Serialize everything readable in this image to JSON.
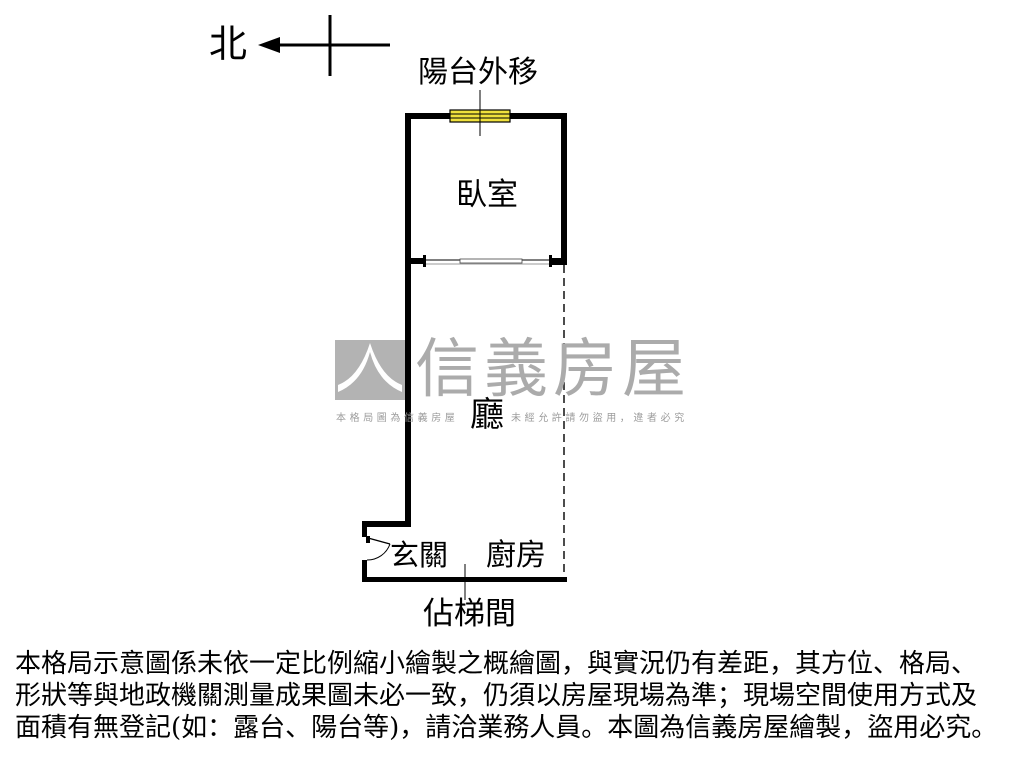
{
  "compass": {
    "north_label": "北"
  },
  "rooms": {
    "balcony_note": "陽台外移",
    "bedroom": "臥室",
    "living_room": "廳",
    "entrance": "玄關",
    "kitchen": "廚房",
    "stairwell": "佔梯間"
  },
  "watermark": {
    "brand": "信義房屋",
    "notice_part1": "本格局圖為信義房屋",
    "notice_part2": "未經允許請勿盜用，違者必究"
  },
  "disclaimer": {
    "lines": [
      "本格局示意圖係未依一定比例縮小繪製之概繪圖，與實況仍有差距，其方位、格局、",
      "形狀等與地政機關測量成果圖未必一致，仍須以房屋現場為準；現場空間使用方式及",
      "面積有無登記(如：露台、陽台等)，請洽業務人員。本圖為信義房屋繪製，盜用必究。"
    ]
  },
  "colors": {
    "wall": "#000000",
    "window": "#f0e13c",
    "watermark": "#b3b3b3",
    "background": "#ffffff"
  }
}
